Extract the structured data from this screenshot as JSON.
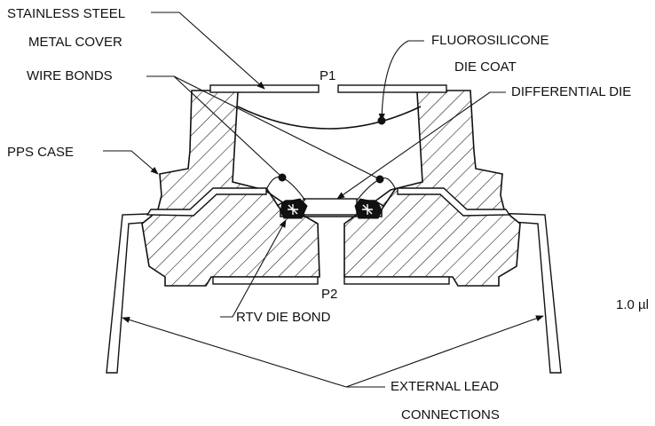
{
  "labels": {
    "cover": [
      "STAINLESS STEEL",
      "METAL COVER"
    ],
    "coat": [
      "FLUOROSILICONE",
      "DIE COAT"
    ],
    "wire_bonds": "WIRE BONDS",
    "p1": "P1",
    "diff_die": "DIFFERENTIAL DIE",
    "pps_case": "PPS CASE",
    "p2": "P2",
    "rtv": "RTV DIE BOND",
    "cut_text": "1.0 µl",
    "ext_leads": [
      "EXTERNAL LEAD",
      "CONNECTIONS"
    ]
  },
  "colors": {
    "ink": "#111111",
    "background": "#ffffff"
  }
}
